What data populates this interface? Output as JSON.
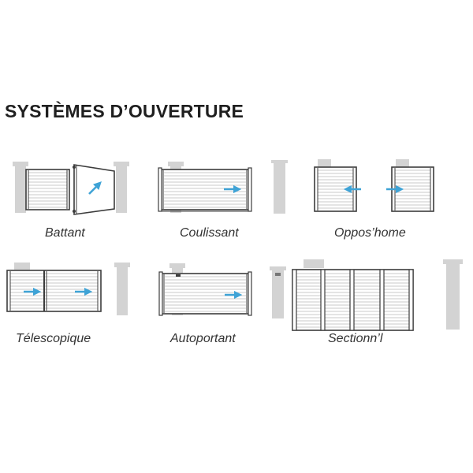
{
  "title": "SYSTÈMES D’OUVERTURE",
  "colors": {
    "post": "#d3d3d3",
    "frame": "#3c3c3c",
    "slat": "#c8c8c8",
    "arrow": "#3fa3d6",
    "text": "#333333"
  },
  "systems": [
    {
      "label": "Battant"
    },
    {
      "label": "Coulissant"
    },
    {
      "label": "Oppos’home"
    },
    {
      "label": "Télescopique"
    },
    {
      "label": "Autoportant"
    },
    {
      "label": "Sectionn’l"
    }
  ]
}
